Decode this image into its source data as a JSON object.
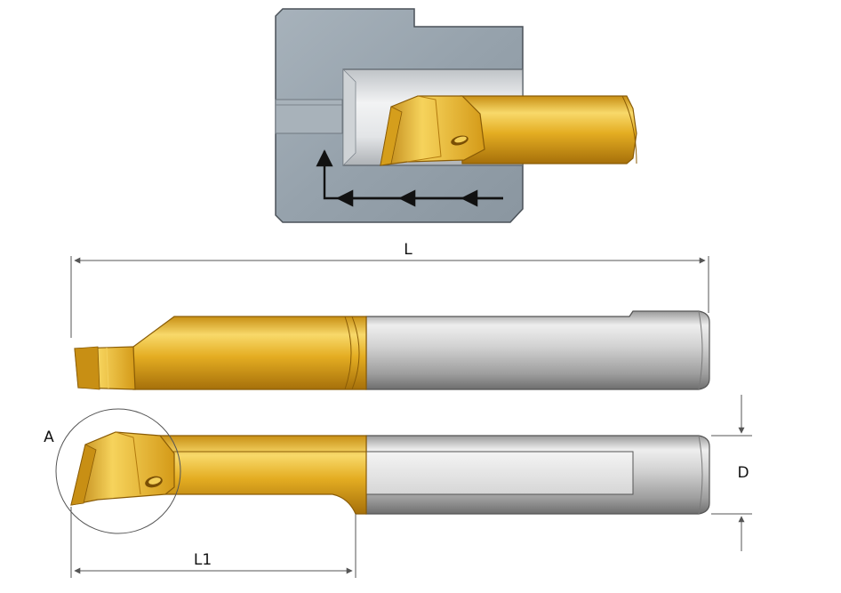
{
  "labels": {
    "overall_length": "L",
    "cutting_length": "L1",
    "detail": "A",
    "diameter": "D"
  },
  "colors": {
    "workpiece": "#9aa6b0",
    "workpiece_edge": "#4a5158",
    "bore_light": "#e6e8ea",
    "bore_dark": "#a9adb1",
    "gold_light": "#f8d96a",
    "gold_mid": "#e0a81c",
    "gold_dark": "#a6700a",
    "steel_light": "#e8e8e8",
    "steel_mid": "#b4b4b4",
    "steel_dark": "#6e6e6e",
    "dimension_line": "#555555",
    "path_arrow": "#111111"
  },
  "icons": {
    "tool_path": "feed-path-arrows-icon",
    "hole": "coolant-hole-icon"
  }
}
